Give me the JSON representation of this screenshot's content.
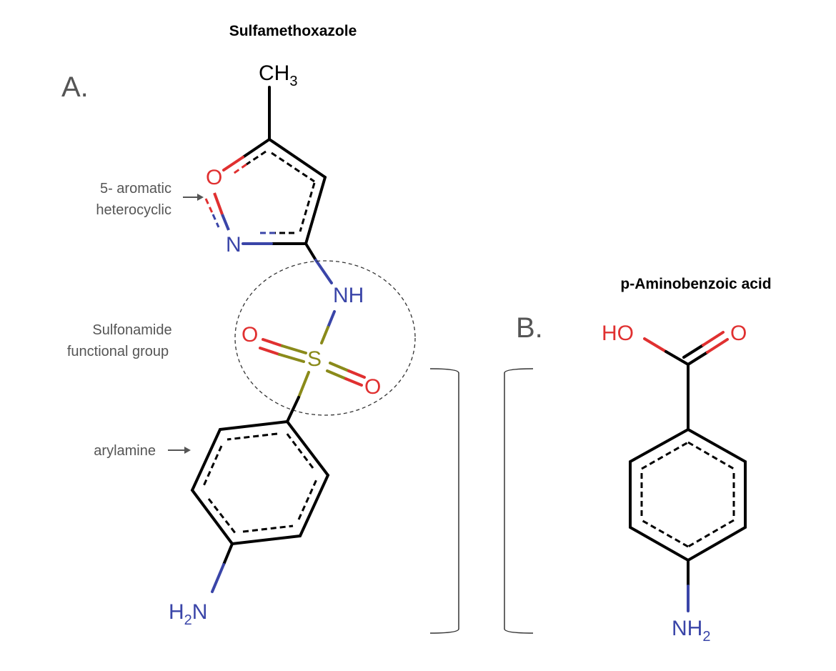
{
  "panels": {
    "a": {
      "label": "A.",
      "title": "Sulfamethoxazole",
      "atoms": {
        "ch3": "CH",
        "ch3_sub": "3",
        "o_ring": "O",
        "n_ring": "N",
        "nh": "NH",
        "o_left": "O",
        "s": "S",
        "o_right": "O",
        "h2n_h": "H",
        "h2n_sub": "2",
        "h2n_n": "N"
      },
      "annotations": {
        "heterocycle_line1": "5- aromatic",
        "heterocycle_line2": "heterocyclic",
        "sulfonamide_line1": "Sulfonamide",
        "sulfonamide_line2": "functional group",
        "arylamine": "arylamine"
      }
    },
    "b": {
      "label": "B.",
      "title": "p-Aminobenzoic acid",
      "atoms": {
        "ho": "HO",
        "o": "O",
        "nh2_n": "NH",
        "nh2_sub": "2"
      }
    }
  },
  "colors": {
    "oxygen": "#e03030",
    "nitrogen": "#3a45a8",
    "sulfur": "#8a8a1a",
    "carbon_bond": "#000000",
    "annotation": "#555555"
  }
}
